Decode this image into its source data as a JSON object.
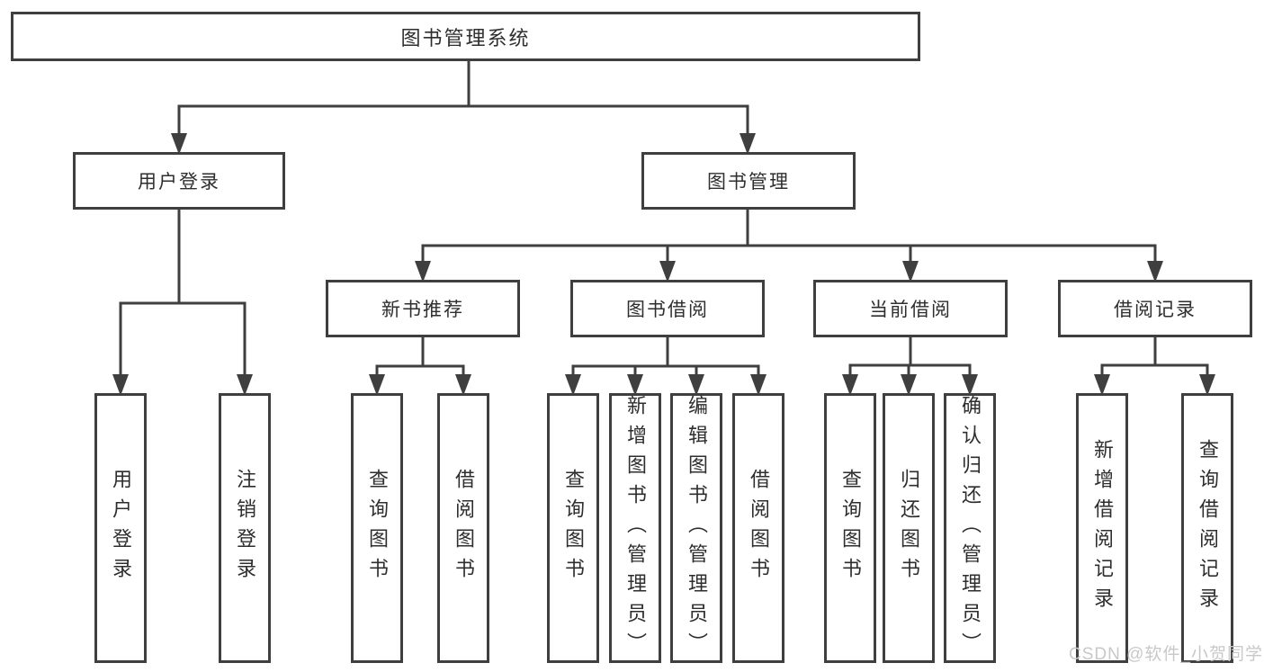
{
  "diagram_title": "图书管理系统",
  "watermark": {
    "text": "CSDN @软件_小贺同学"
  },
  "colors": {
    "line": "#3f3f3f",
    "box_border": "#3f3f3f",
    "text": "#2e2e2e",
    "watermark": "#c8c8c8",
    "background": "#ffffff"
  },
  "tree": {
    "root": {
      "label": "图书管理系统"
    },
    "branches": [
      {
        "label": "用户登录",
        "children": [
          {
            "label": "用户登录"
          },
          {
            "label": "注销登录"
          }
        ]
      },
      {
        "label": "图书管理",
        "children": [
          {
            "label": "新书推荐",
            "children": [
              {
                "label": "查询图书"
              },
              {
                "label": "借阅图书"
              }
            ]
          },
          {
            "label": "图书借阅",
            "children": [
              {
                "label": "查询图书"
              },
              {
                "label": "新增图书（管理员）"
              },
              {
                "label": "编辑图书（管理员）"
              },
              {
                "label": "借阅图书"
              }
            ]
          },
          {
            "label": "当前借阅",
            "children": [
              {
                "label": "查询图书"
              },
              {
                "label": "归还图书"
              },
              {
                "label": "确认归还（管理员）"
              }
            ]
          },
          {
            "label": "借阅记录",
            "children": [
              {
                "label": "新增借阅记录"
              },
              {
                "label": "查询借阅记录"
              }
            ]
          }
        ]
      }
    ]
  }
}
